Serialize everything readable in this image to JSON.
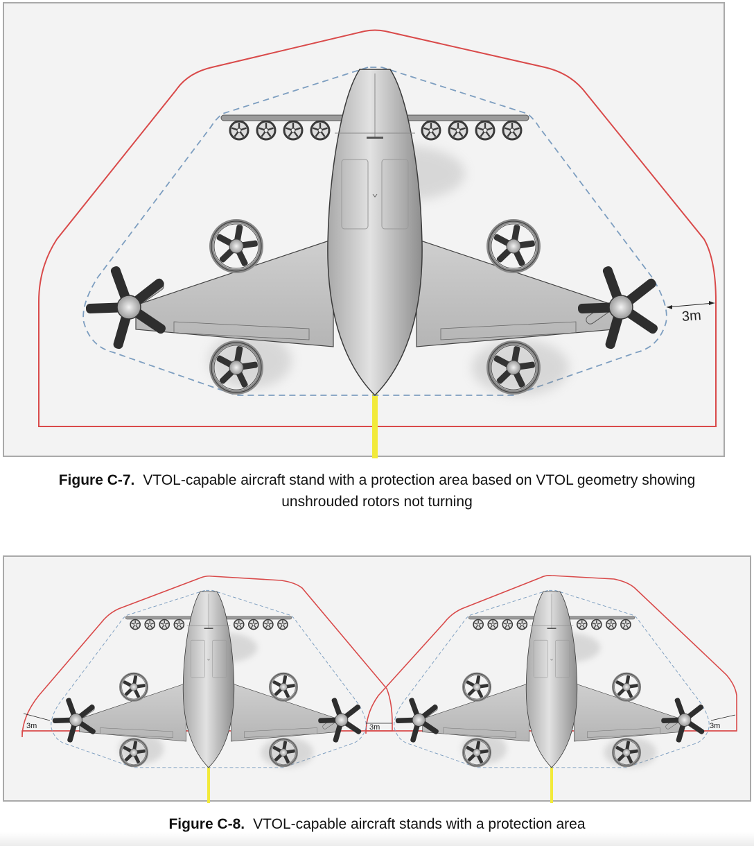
{
  "figures": [
    {
      "id": "C-7",
      "label": "Figure C-7.",
      "caption_line1": "VTOL-capable aircraft stand with a protection area based on VTOL geometry showing",
      "caption_line2": "unshrouded rotors not turning",
      "annotations": [
        {
          "text": "3m",
          "type": "clearance-dimension"
        }
      ],
      "stands": 1
    },
    {
      "id": "C-8",
      "label": "Figure C-8.",
      "caption": "VTOL-capable aircraft stands with a protection area",
      "annotations": [
        {
          "text": "3m",
          "type": "clearance-dimension-left"
        },
        {
          "text": "3m",
          "type": "clearance-dimension-between"
        },
        {
          "text": "3m",
          "type": "clearance-dimension-right"
        }
      ],
      "stands": 2
    }
  ],
  "legend_colors": {
    "protection_area": "#d94a4a",
    "vtol_geometry_outline": "#7d9ec0",
    "stand_centreline": "#f2ea3a",
    "background": "#f3f3f3"
  }
}
